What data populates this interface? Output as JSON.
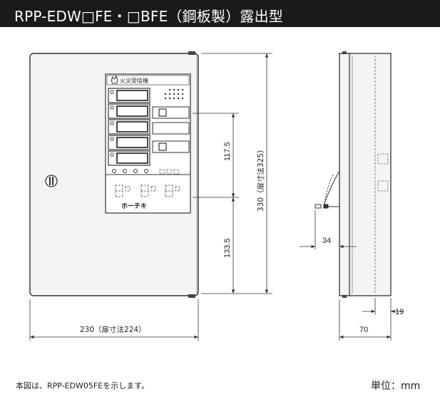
{
  "header": {
    "title": "RPP-EDW□FE・□BFE（鋼板製）露出型"
  },
  "panel": {
    "label": "火災受信機",
    "brand": "ホーチキ"
  },
  "dimensions": {
    "upper_height": "117.5",
    "lower_height": "133.5",
    "total_height": "330（扉寸法325）",
    "width": "230（扉寸法224）",
    "offset": "34",
    "depth": "70",
    "door_depth": "19"
  },
  "footer": {
    "note": "本図は、RPP-EDW05FEを示します。",
    "unit": "単位：mm"
  },
  "colors": {
    "title_bar": "#1a1a1a",
    "panel_fill": "#f5f5f5",
    "line": "#333333"
  }
}
